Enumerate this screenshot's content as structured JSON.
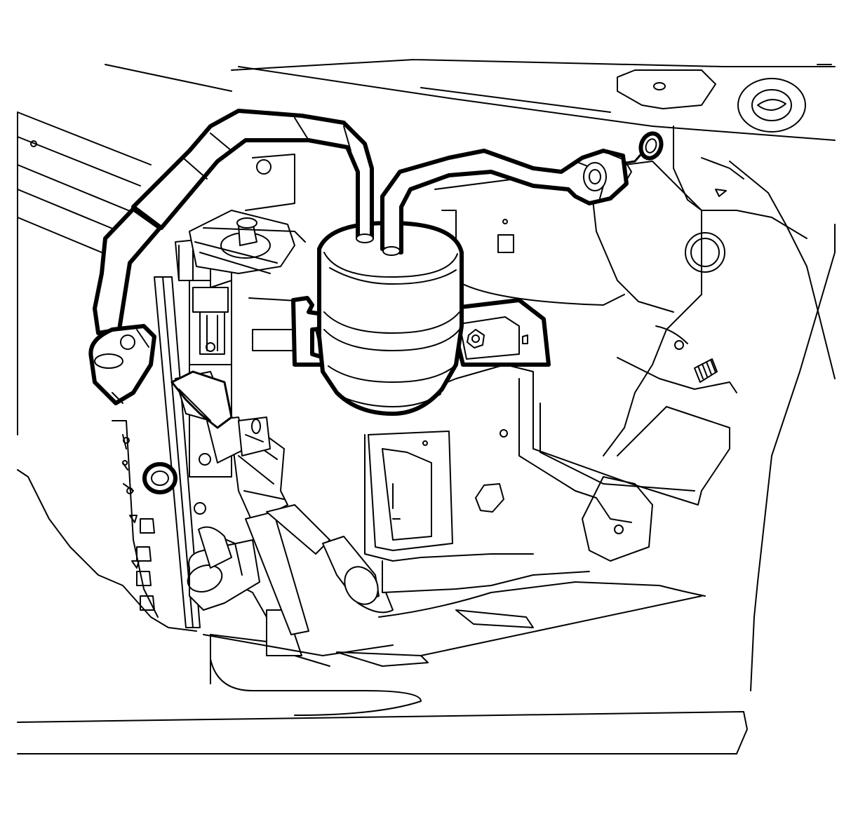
{
  "figure": {
    "background_color": "#ffffff",
    "line_color": "#000000",
    "highlight_line_color": "#000000"
  },
  "components": [
    {
      "key": "accumulator",
      "icon": "accumulator-canister-icon"
    },
    {
      "key": "accumulator_bracket",
      "icon": "mounting-bracket-icon"
    },
    {
      "key": "inlet_pipe",
      "icon": "refrigerant-pipe-icon"
    },
    {
      "key": "outlet_pipe",
      "icon": "refrigerant-pipe-icon"
    },
    {
      "key": "seal_upper",
      "icon": "o-ring-seal-icon"
    },
    {
      "key": "seal_lower",
      "icon": "o-ring-seal-icon"
    },
    {
      "key": "hose_fitting",
      "icon": "pipe-fitting-icon"
    },
    {
      "key": "mounting_stud",
      "icon": "threaded-stud-icon"
    }
  ]
}
